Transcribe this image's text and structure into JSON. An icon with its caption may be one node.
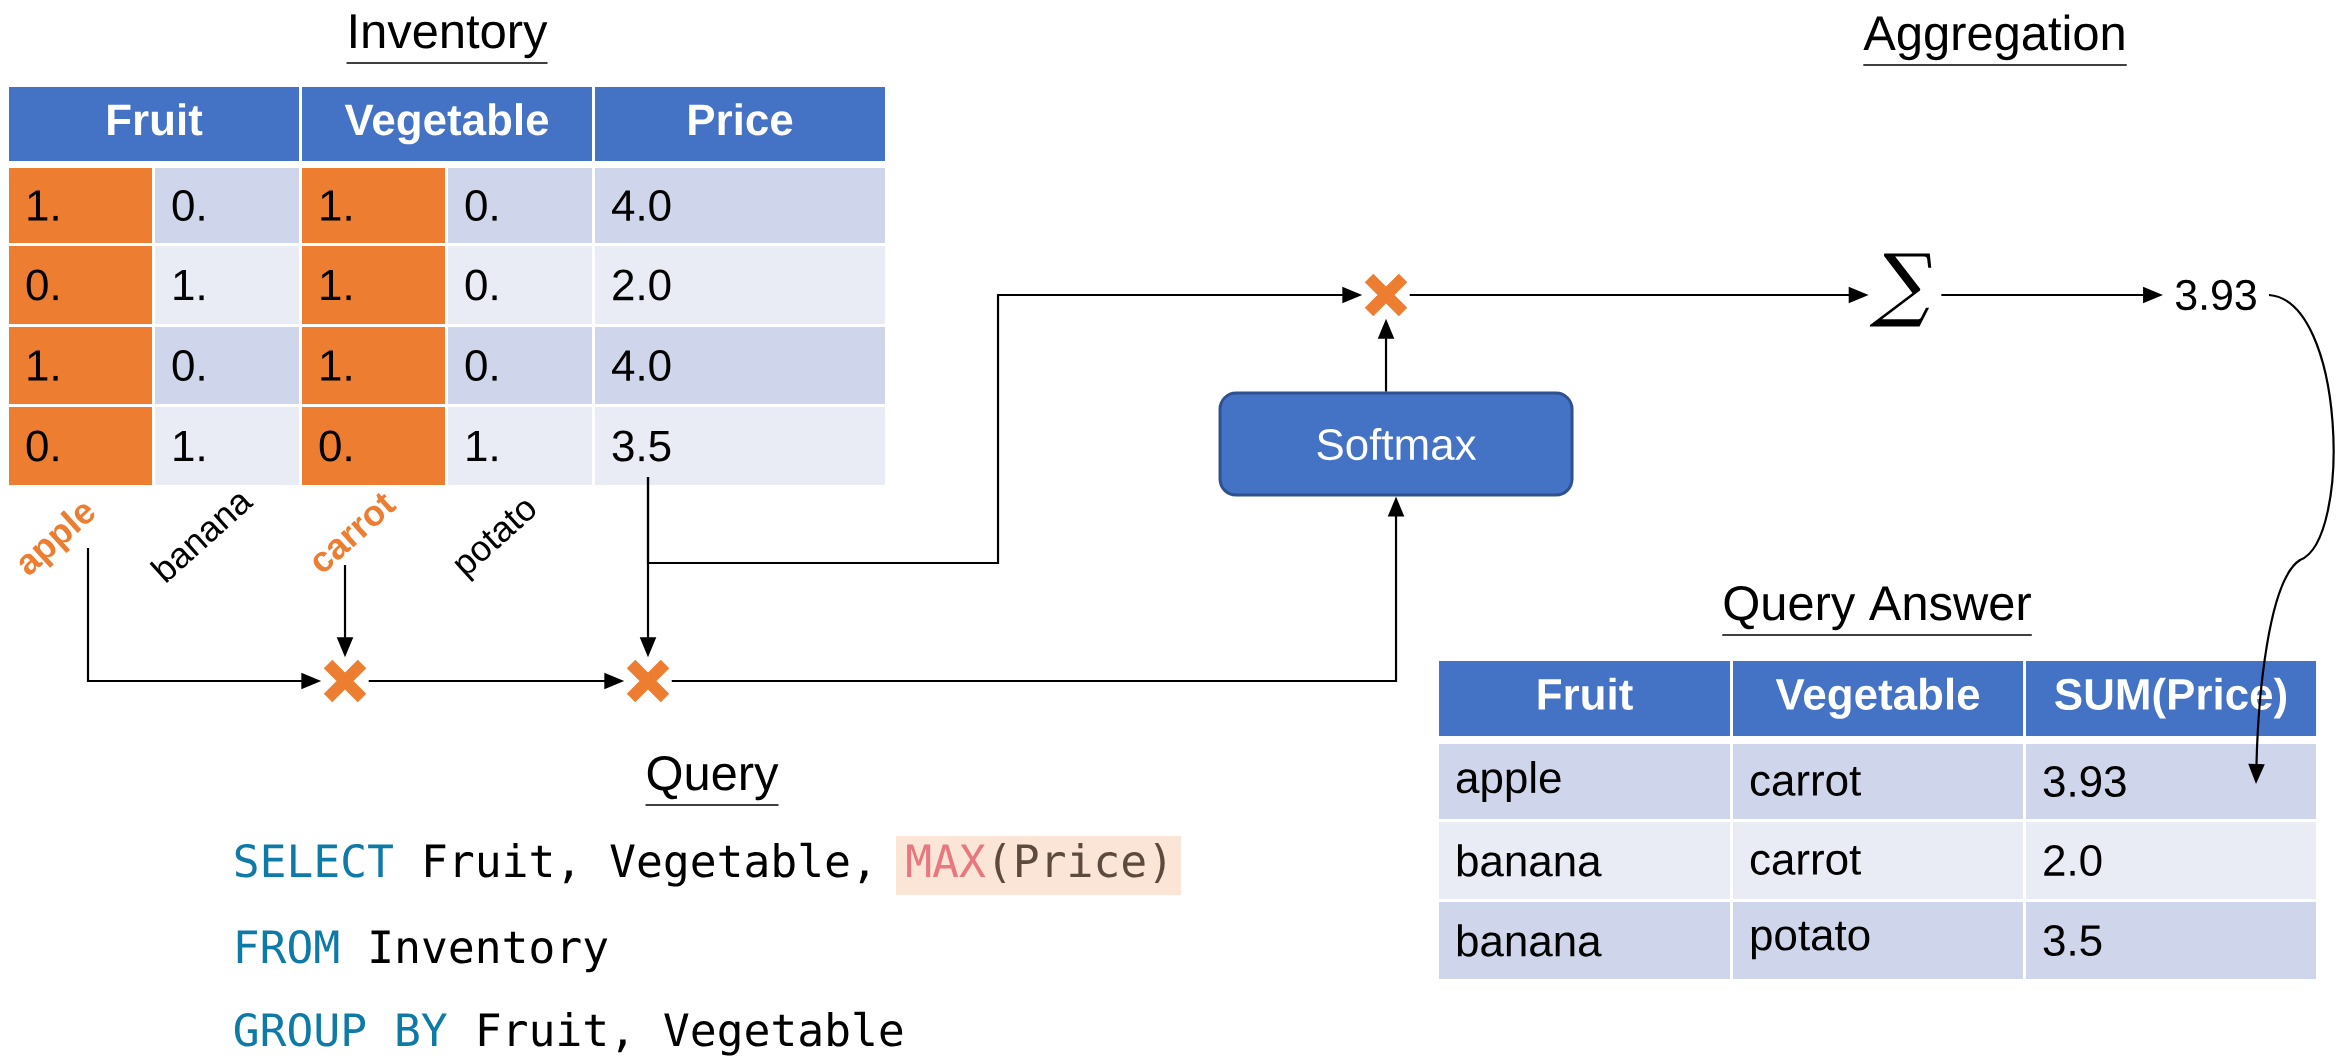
{
  "diagram": {
    "nodes": [
      {
        "text": [
          "Inventory"
        ]
      },
      {
        "text": [
          "3.5"
        ],
        "in": 0
      },
      {
        "text": [
          "apple"
        ]
      },
      {
        "text": [
          "carrot"
        ]
      },
      {
        "text": [],
        "shape": "cross"
      },
      {
        "text": [],
        "shape": "cross"
      },
      {
        "text": [],
        "shape": "cross"
      },
      {
        "text": [
          "Softmax"
        ]
      },
      {
        "text": [
          "∑"
        ]
      },
      {
        "text": [
          "3.93"
        ]
      },
      {
        "text": [
          "Query Answer"
        ]
      },
      {
        "text": [
          "3.93"
        ],
        "in": 10
      }
    ],
    "edges": [
      {
        "from": 2,
        "to": 4,
        "arrow": "to"
      },
      {
        "from": 3,
        "to": 4,
        "arrow": "to"
      },
      {
        "from": 4,
        "to": 5,
        "arrow": "to"
      },
      {
        "from": 1,
        "to": 5,
        "arrow": "to"
      },
      {
        "from": 1,
        "to": 6,
        "arrow": "to"
      },
      {
        "from": 5,
        "to": 7,
        "arrow": "to"
      },
      {
        "from": 7,
        "to": 6,
        "arrow": "to"
      },
      {
        "from": 6,
        "to": 8,
        "arrow": "to"
      },
      {
        "from": 8,
        "to": 9,
        "arrow": "to"
      },
      {
        "from": 9,
        "to": 11,
        "arrow": "to"
      }
    ],
    "labels": [
      "Fruit",
      "Vegetable",
      "Price",
      "1.",
      "0.",
      "1.",
      "0.",
      "4.0",
      "0.",
      "1.",
      "1.",
      "0.",
      "2.0",
      "1.",
      "0.",
      "1.",
      "0.",
      "4.0",
      "0.",
      "1.",
      "0.",
      "1.",
      "banana",
      "potato",
      "Aggregation",
      "Fruit",
      "Vegetable",
      "SUM(Price)",
      "apple",
      "carrot",
      "banana",
      "carrot",
      "2.0",
      "banana",
      "potato",
      "3.5",
      "Query",
      "SELECT",
      "Fruit, Vegetable,",
      "MAX",
      "(Price)",
      "FROM",
      "Inventory",
      "GROUP BY",
      "Fruit, Vegetable"
    ]
  }
}
